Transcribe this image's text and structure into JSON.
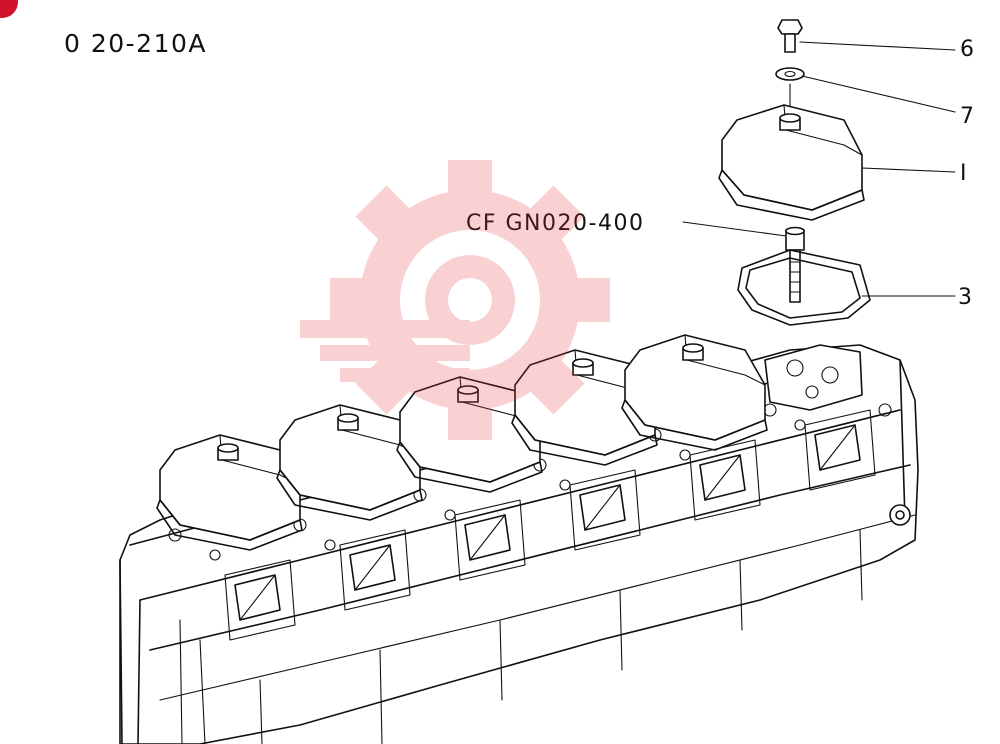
{
  "diagram": {
    "code": "0 20-210A",
    "reference": "CF GN020-400",
    "callouts": [
      {
        "id": "6",
        "label": "6"
      },
      {
        "id": "7",
        "label": "7"
      },
      {
        "id": "1",
        "label": "I"
      },
      {
        "id": "3",
        "label": "3"
      }
    ],
    "watermark_color": "#e8323c",
    "corner_mark_color": "#d0142c"
  }
}
